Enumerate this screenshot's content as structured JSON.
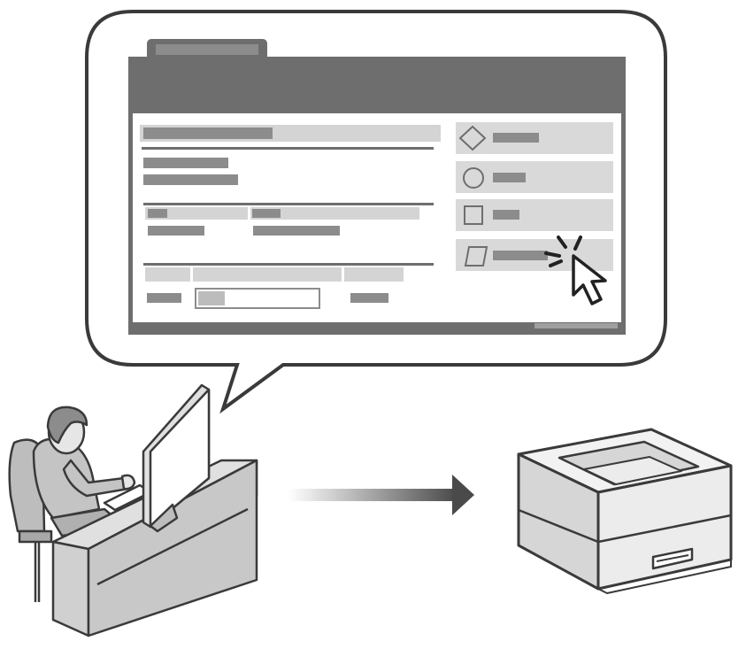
{
  "colors": {
    "outline": "#3a3a3a",
    "window_dark": "#6e6e6e",
    "window_bar": "#5a5a5a",
    "placeholder": "#8c8c8c",
    "placeholder_light": "#d4d4d4",
    "panel": "#d9d9d9",
    "white": "#ffffff",
    "printer_light": "#ececec",
    "printer_mid": "#d6d6d6",
    "person": "#c4c4c4",
    "desk": "#bdbdbd",
    "arrow": "#4a4a4a"
  },
  "illustration": {
    "speech_bubble": "speech-bubble",
    "browser_window": "remote-ui-window",
    "menu_buttons": [
      {
        "icon": "diamond-icon"
      },
      {
        "icon": "circle-icon"
      },
      {
        "icon": "square-icon"
      },
      {
        "icon": "trapezoid-icon"
      }
    ],
    "cursor": "mouse-pointer-icon",
    "user": "user-at-computer",
    "arrow": "right-arrow-icon",
    "device": "printer-icon"
  }
}
